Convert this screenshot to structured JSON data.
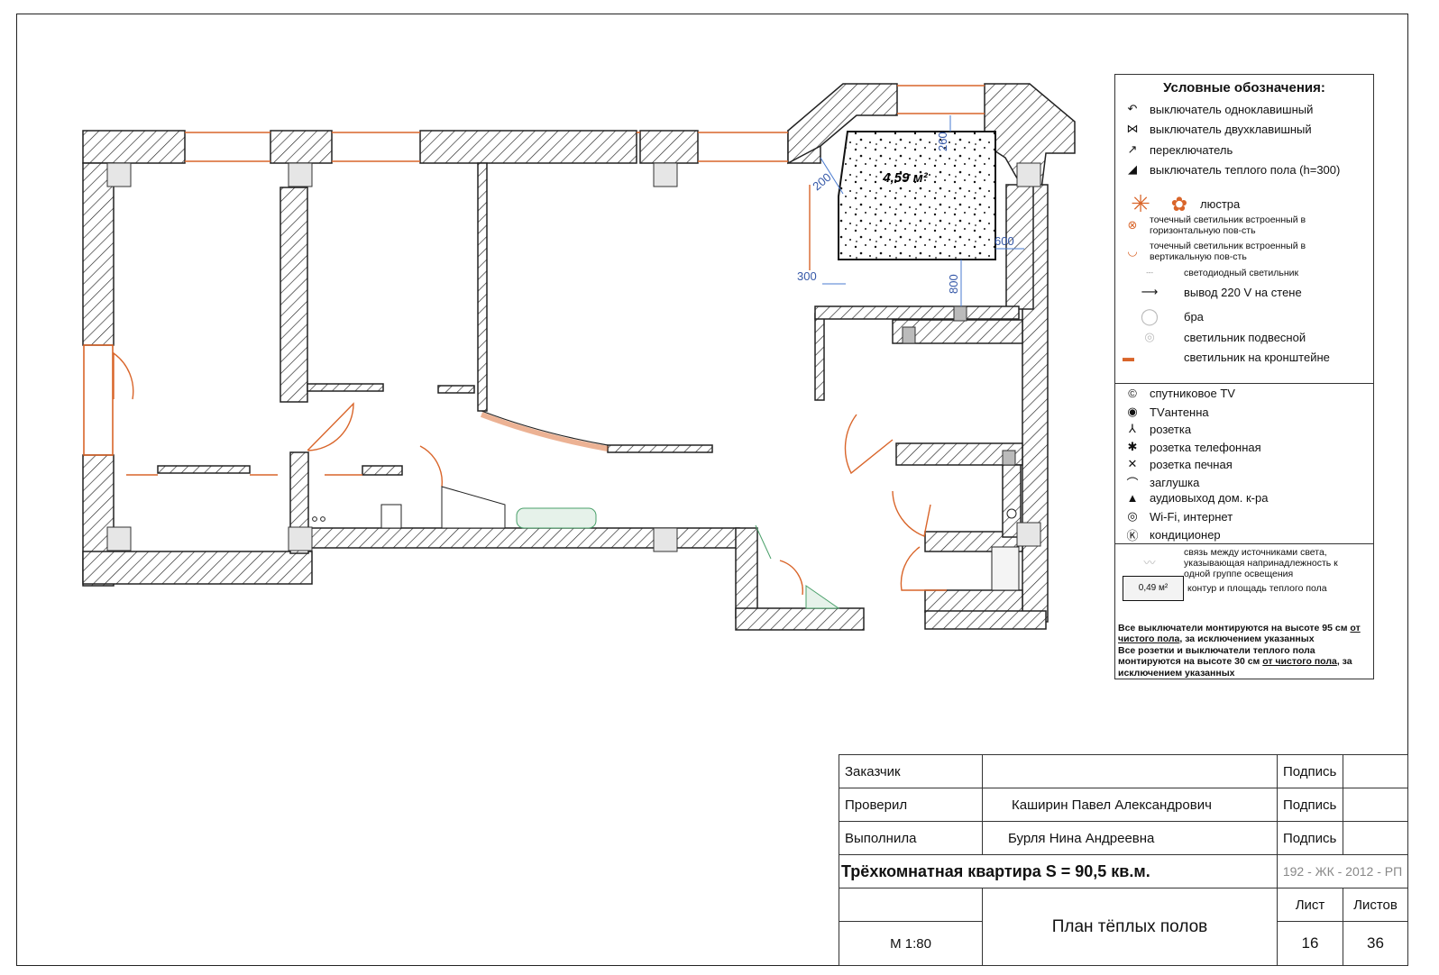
{
  "room": {
    "area_label": "4,59 м²"
  },
  "dimensions": {
    "d260": "260",
    "d200": "200",
    "d600": "600",
    "d300": "300",
    "d800": "800"
  },
  "legend": {
    "title": "Условные обозначения:",
    "items": [
      {
        "icon": "single-switch-icon",
        "glyph": "↶",
        "label": "выключатель одноклавишный"
      },
      {
        "icon": "double-switch-icon",
        "glyph": "⋈",
        "label": "выключатель двухклавишный"
      },
      {
        "icon": "toggle-switch-icon",
        "glyph": "↗",
        "label": "переключатель"
      },
      {
        "icon": "floor-heating-switch-icon",
        "glyph": "◢",
        "label": "выключатель теплого пола (h=300)"
      },
      {
        "icon": "chandelier-icon",
        "glyph": "✳",
        "label": "люстра"
      },
      {
        "icon": "recessed-horizontal-light-icon",
        "glyph": "⊗",
        "label": "точечный светильник встроенный в горизонтальную пов-сть"
      },
      {
        "icon": "recessed-vertical-light-icon",
        "glyph": "◡",
        "label": "точечный светильник встроенный в вертикальную пов-сть"
      },
      {
        "icon": "led-light-icon",
        "glyph": "┄",
        "label": "светодиодный светильник"
      },
      {
        "icon": "wall-outlet-220v-icon",
        "glyph": "⟶",
        "label": "вывод 220 V на стене"
      },
      {
        "icon": "sconce-icon",
        "glyph": "◯",
        "label": "бра"
      },
      {
        "icon": "pendant-light-icon",
        "glyph": "◎",
        "label": "светильник подвесной"
      },
      {
        "icon": "bracket-light-icon",
        "glyph": "▬",
        "label": "светильник на кронштейне"
      }
    ],
    "items2": [
      {
        "icon": "satellite-tv-icon",
        "glyph": "©",
        "label": "спутниковое TV"
      },
      {
        "icon": "tv-antenna-icon",
        "glyph": "◉",
        "label": "TVантенна"
      },
      {
        "icon": "socket-icon",
        "glyph": "⅄",
        "label": "розетка"
      },
      {
        "icon": "phone-socket-icon",
        "glyph": "✱",
        "label": "розетка телефонная"
      },
      {
        "icon": "stove-socket-icon",
        "glyph": "✕",
        "label": "розетка печная"
      },
      {
        "icon": "plug-cap-icon",
        "glyph": "⌒",
        "label": "заглушка"
      },
      {
        "icon": "audio-out-icon",
        "glyph": "▲",
        "label": "аудиовыход дом. к-ра"
      },
      {
        "icon": "wifi-icon",
        "glyph": "◎",
        "label": "Wi-Fi, интернет"
      },
      {
        "icon": "air-conditioner-icon",
        "glyph": "Ⓚ",
        "label": "кондиционер"
      }
    ],
    "link_label": "связь между источниками света, указывающая напринадлежность к одной группе освещения",
    "heated_floor_sample": "0,49 м²",
    "heated_floor_label": "контур и площадь теплого пола",
    "note_1a": "Все выключатели монтируются на высоте 95 см",
    "note_1b": "от чистого пола",
    "note_1c": ", за исключением указанных",
    "note_2a": "Все розетки и выключатели теплого пола монтируются на высоте 30 см ",
    "note_2b": "от чистого пола",
    "note_2c": ", за исключением указанных"
  },
  "title_block": {
    "customer_label": "Заказчик",
    "checked_label": "Проверил",
    "checked_name": "Каширин Павел Александрович",
    "done_label": "Выполнила",
    "done_name": "Бурля Нина Андреевна",
    "sign_label": "Подпись",
    "project_title": "Трёхкомнатная квартира S = 90,5 кв.м.",
    "project_code": "192 - ЖК - 2012 - РП",
    "sheet_title": "План тёплых полов",
    "scale": "М 1:80",
    "sheet_label": "Лист",
    "sheets_label": "Листов",
    "sheet_no": "16",
    "sheets_total": "36"
  }
}
